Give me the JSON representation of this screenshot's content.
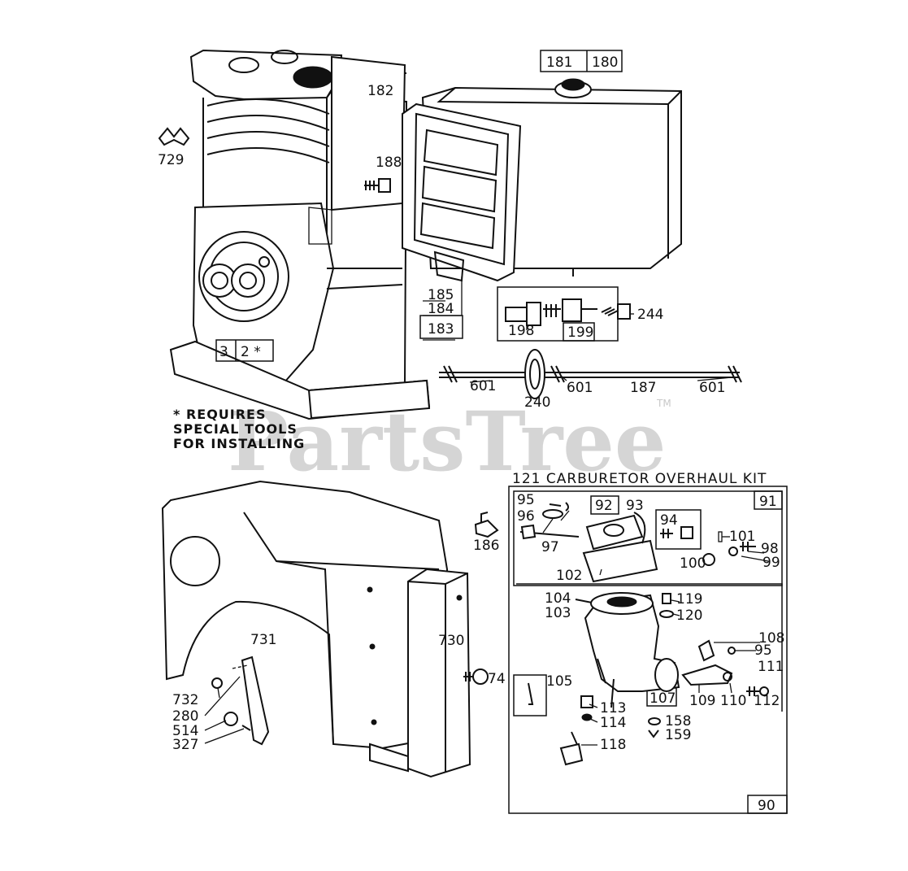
{
  "watermark": {
    "text": "PartsTree",
    "trademark": "TM"
  },
  "note": {
    "line1": "* REQUIRES",
    "line2": "SPECIAL TOOLS",
    "line3": "FOR INSTALLING"
  },
  "kit": {
    "title": "121 CARBURETOR OVERHAUL KIT",
    "box_outer": "90",
    "box_inner": "91"
  },
  "parts": {
    "p181": "181",
    "p180": "180",
    "p182": "182",
    "p729": "729",
    "p188": "188",
    "p185": "185",
    "p184": "184",
    "p183": "183",
    "p198": "198",
    "p199": "199",
    "p244": "244",
    "p3": "3",
    "p2": "2 *",
    "p601a": "601",
    "p601b": "601",
    "p601c": "601",
    "p187": "187",
    "p240": "240",
    "p95a": "95",
    "p96": "96",
    "p97": "97",
    "p92": "92",
    "p93": "93",
    "p94": "94",
    "p101": "101",
    "p98": "98",
    "p99": "99",
    "p100": "100",
    "p102": "102",
    "p186": "186",
    "p104": "104",
    "p103": "103",
    "p119": "119",
    "p120": "120",
    "p108": "108",
    "p95b": "95",
    "p111": "111",
    "p112": "112",
    "p110": "110",
    "p109": "109",
    "p107": "107",
    "p105": "105",
    "p113": "113",
    "p114": "114",
    "p118": "118",
    "p158": "158",
    "p159": "159",
    "p731": "731",
    "p730": "730",
    "p74": "74",
    "p732": "732",
    "p280": "280",
    "p514": "514",
    "p327": "327"
  }
}
